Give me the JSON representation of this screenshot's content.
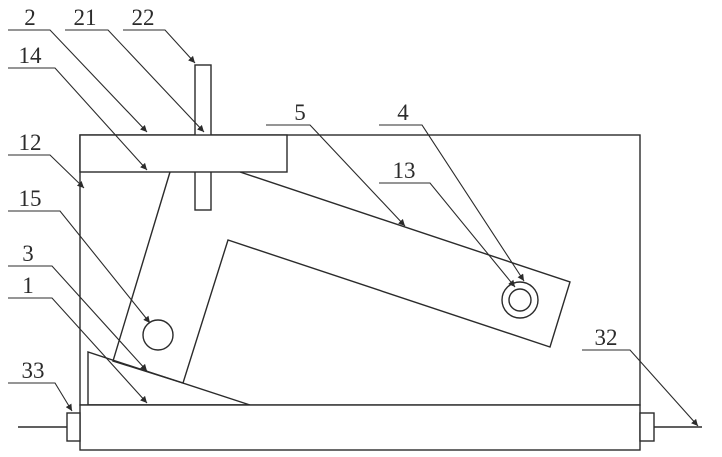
{
  "colors": {
    "background": "#ffffff",
    "line": "#2b2b2b"
  },
  "callouts": {
    "c2": "2",
    "c21": "21",
    "c22": "22",
    "c14": "14",
    "c12": "12",
    "c15": "15",
    "c3": "3",
    "c1": "1",
    "c33": "33",
    "c5": "5",
    "c4": "4",
    "c13": "13",
    "c32": "32"
  }
}
